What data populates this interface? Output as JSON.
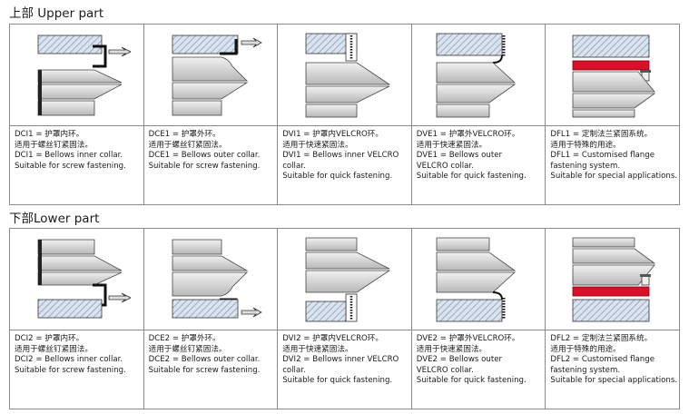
{
  "upper": {
    "title": "上部 Upper part",
    "items": [
      {
        "lines": [
          "DCI1 = 护罩内环。",
          "适用于螺丝钉紧固法。",
          "DCI1 = Bellows inner collar.",
          "Suitable for screw fastening."
        ]
      },
      {
        "lines": [
          "DCE1 = 护罩外环。",
          "适用于螺丝钉紧固法。",
          "DCE1 = Bellows outer collar.",
          "Suitable for screw fastening."
        ]
      },
      {
        "lines": [
          "DVI1 = 护罩内VELCRO环。",
          "适用于快速紧固法。",
          "DVI1 = Bellows inner VELCRO",
          "collar.",
          "Suitable for quick fastening."
        ]
      },
      {
        "lines": [
          "DVE1 = 护罩外VELCRO环。",
          "适用于快速紧固法。",
          "DVE1 = Bellows outer",
          "VELCRO collar.",
          "Suitable for quick fastening."
        ]
      },
      {
        "lines": [
          "DFL1 = 定制法兰紧固系统。",
          "适用于特殊的用途。",
          "DFL1 = Customised flange",
          "fastening system.",
          "Suitable for special applications."
        ]
      }
    ]
  },
  "lower": {
    "title": "下部Lower part",
    "items": [
      {
        "lines": [
          "DCI2 = 护罩内环。",
          "适用于螺丝钉紧固法。",
          "DCI2 = Bellows inner collar.",
          "Suitable for screw fastening."
        ]
      },
      {
        "lines": [
          "DCE2 = 护罩外环。",
          "适用于螺丝钉紧固法。",
          "DCE2 = Bellows outer collar.",
          "Suitable for screw fastening."
        ]
      },
      {
        "lines": [
          "DVI2 = 护罩内VELCRO环。",
          "适用于快速紧固法。",
          "DVI2 = Bellows inner  VELCRO",
          "collar.",
          "Suitable for quick fastening."
        ]
      },
      {
        "lines": [
          "DVE2 = 护罩外VELCRO环。",
          "适用于快速紧固法。",
          "DVE2 = Bellows outer",
          "VELCRO collar.",
          "Suitable for quick fastening."
        ]
      },
      {
        "lines": [
          "DFL2 = 定制法兰紧固系统。",
          "适用于特殊的用途。",
          "DFL2 = Customised flange",
          "fastening system.",
          "Suitable for special applications."
        ]
      }
    ]
  },
  "colors": {
    "flange": "#d9102a",
    "hatch": "#8fa3bd",
    "bellows_light": "#e6e6e6",
    "bellows_dark": "#b4b4b4",
    "velcro": "#222222"
  }
}
